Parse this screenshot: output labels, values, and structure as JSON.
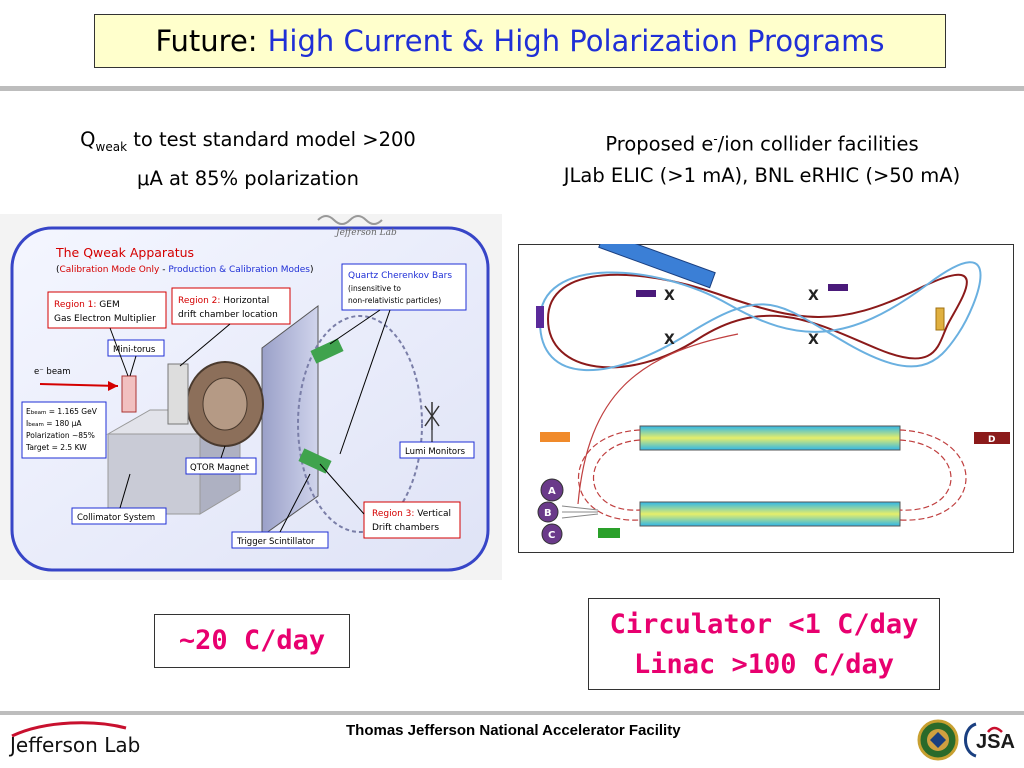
{
  "slide": {
    "title_prefix": "Future:",
    "title_accent": "High Current & High Polarization Programs"
  },
  "left_caption": {
    "q": "Q",
    "q_sub": "weak",
    "line1_rest": " to test standard model >200",
    "line2": "μA at 85% polarization"
  },
  "right_caption": {
    "line1_pre": "Proposed e",
    "line1_sup": "-",
    "line1_post": "/ion collider facilities",
    "line2": "JLab ELIC (>1 mA), BNL eRHIC (>50 mA)"
  },
  "qweak": {
    "logo_text": "Jefferson Lab",
    "heading": "The Qweak Apparatus",
    "modes_open": "(",
    "mode_calibration": "Calibration Mode Only",
    "mode_sep": " - ",
    "mode_production": "Production & Calibration Modes",
    "modes_close": ")",
    "region1_a": "Region 1:",
    "region1_b": " GEM",
    "region1_c": "Gas Electron Multiplier",
    "region2_a": "Region 2:",
    "region2_b": " Horizontal",
    "region2_c": "drift chamber location",
    "quartz_a": "Quartz Cherenkov Bars",
    "quartz_b": "(insensitive to",
    "quartz_c": "non-relativistic particles)",
    "minitorus": "Mini-torus",
    "beam": "e⁻ beam",
    "params_1": "E",
    "params_1s": "beam",
    "params_1v": " =   1.165 GeV",
    "params_2": "I",
    "params_2s": "beam",
    "params_2v": " =  180 μA",
    "params_3": "Polarization ~85%",
    "params_4": "Target = 2.5 KW",
    "lumi": "Lumi Monitors",
    "qtor": "QTOR Magnet",
    "collimator": "Collimator System",
    "region3_a": "Region 3:",
    "region3_b": " Vertical",
    "region3_c": "Drift chambers",
    "trigger": "Trigger Scintillator"
  },
  "collider": {
    "marks": [
      "X",
      "X",
      "X",
      "X"
    ],
    "d_label": "D",
    "a_label": "A",
    "b_label": "B",
    "c_label": "C"
  },
  "rates": {
    "left": "~20 C/day",
    "right_line1": "Circulator <1 C/day",
    "right_line2": "Linac >100 C/day"
  },
  "footer": {
    "text": "Thomas Jefferson National Accelerator Facility",
    "logo": "Jefferson Lab",
    "jsa": "JSA"
  },
  "colors": {
    "title_accent": "#1f2fd6",
    "rate_text": "#e8006f",
    "title_bg": "#ffffcc",
    "label_red": "#d40000"
  }
}
